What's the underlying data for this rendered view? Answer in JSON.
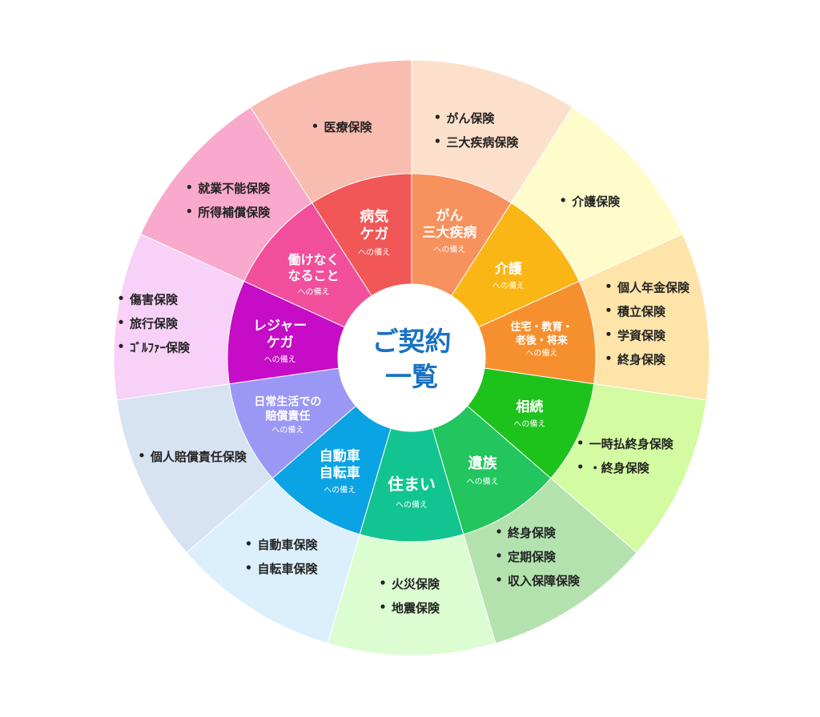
{
  "center": {
    "line1": "ご契約",
    "line2": "一覧"
  },
  "sectors": [
    {
      "title": [
        "がん",
        "三大疾病"
      ],
      "sub": "への備え",
      "inner_color": "#f7915d",
      "outer_color": "#fde0cb",
      "items": [
        "がん保険",
        "三大疾病保険"
      ]
    },
    {
      "title": [
        "介護"
      ],
      "sub": "への備え",
      "inner_color": "#f9b615",
      "outer_color": "#fffccc",
      "items": [
        "介護保険"
      ]
    },
    {
      "title": [
        "住宅・教育・",
        "老後・将来"
      ],
      "sub": "への備え",
      "inner_color": "#f6902f",
      "outer_color": "#ffe4aa",
      "items": [
        "個人年金保険",
        "積立保険",
        "学資保険",
        "終身保険"
      ]
    },
    {
      "title": [
        "相続"
      ],
      "sub": "への備え",
      "inner_color": "#1dc31b",
      "outer_color": "#d3fba2",
      "items": [
        "一時払終身保険",
        "・終身保険"
      ]
    },
    {
      "title": [
        "遺族"
      ],
      "sub": "への備え",
      "inner_color": "#22c55e",
      "outer_color": "#b4e2ae",
      "items": [
        "終身保険",
        "定期保険",
        "収入保障保険"
      ]
    },
    {
      "title": [
        "住まい"
      ],
      "sub": "への備え",
      "inner_color": "#12c590",
      "outer_color": "#dbfdd1",
      "items": [
        "火災保険",
        "地震保険"
      ]
    },
    {
      "title": [
        "自動車",
        "自転車"
      ],
      "sub": "への備え",
      "inner_color": "#0aa3e4",
      "outer_color": "#dbeffc",
      "items": [
        "自動車保険",
        "自転車保険"
      ]
    },
    {
      "title": [
        "日常生活での",
        "賠償責任"
      ],
      "sub": "への備え",
      "inner_color": "#9b98f5",
      "outer_color": "#d7e3f1",
      "items": [
        "個人賠償責任保険"
      ]
    },
    {
      "title": [
        "レジャー",
        "ケガ"
      ],
      "sub": "への備え",
      "inner_color": "#c60cc6",
      "outer_color": "#f7d1f8",
      "items": [
        "傷害保険",
        "旅行保険",
        "ｺﾞﾙﾌｧｰ保険"
      ]
    },
    {
      "title": [
        "働けなく",
        "なること"
      ],
      "sub": "への備え",
      "inner_color": "#f14f9c",
      "outer_color": "#f9a9cc",
      "items": [
        "就業不能保険",
        "所得補償保険"
      ]
    },
    {
      "title": [
        "病気",
        "ケガ"
      ],
      "sub": "への備え",
      "inner_color": "#f25757",
      "outer_color": "#f9bcb0",
      "items": [
        "医療保険"
      ]
    }
  ]
}
